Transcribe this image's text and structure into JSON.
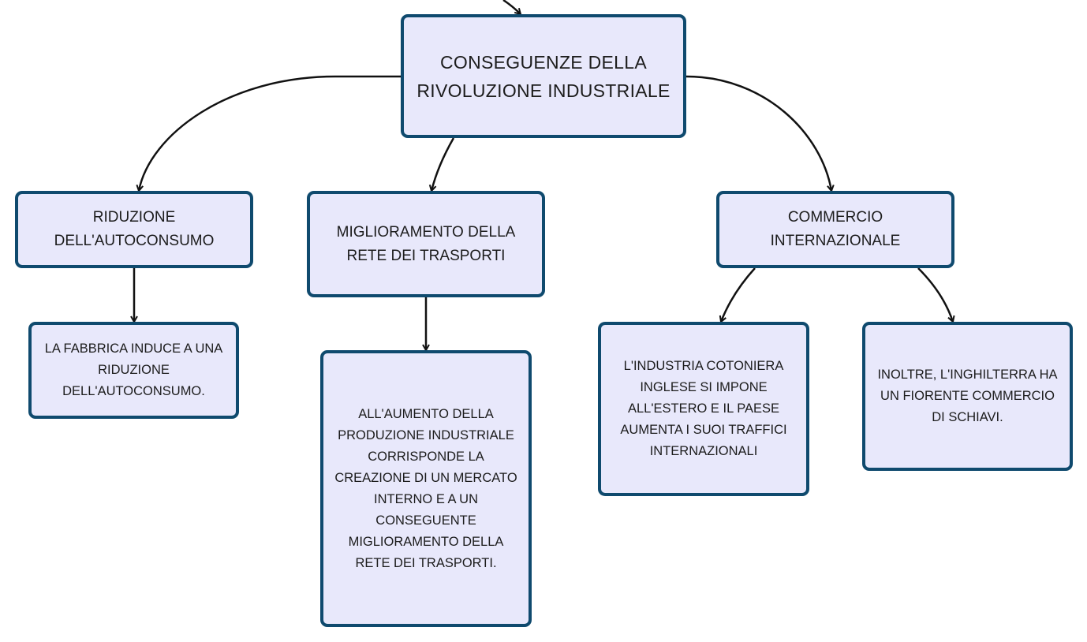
{
  "diagram": {
    "root": {
      "text": "CONSEGUENZE DELLA RIVOLUZIONE INDUSTRIALE"
    },
    "branches": [
      {
        "text": "RIDUZIONE DELL'AUTOCONSUMO",
        "children": [
          {
            "text": "LA FABBRICA INDUCE A UNA RIDUZIONE DELL'AUTOCONSUMO."
          }
        ]
      },
      {
        "text": "MIGLIORAMENTO DELLA RETE DEI TRASPORTI",
        "children": [
          {
            "text": "ALL'AUMENTO DELLA PRODUZIONE INDUSTRIALE CORRISPONDE LA CREAZIONE DI UN MERCATO INTERNO E A UN CONSEGUENTE MIGLIORAMENTO DELLA RETE DEI TRASPORTI."
          }
        ]
      },
      {
        "text": "COMMERCIO INTERNAZIONALE",
        "children": [
          {
            "text": "L'INDUSTRIA COTONIERA INGLESE SI IMPONE ALL'ESTERO E IL PAESE AUMENTA I SUOI TRAFFICI INTERNAZIONALI"
          },
          {
            "text": "INOLTRE, L'INGHILTERRA HA UN FIORENTE COMMERCIO DI SCHIAVI."
          }
        ]
      }
    ],
    "colors": {
      "node_fill": "#e8e8fb",
      "node_border": "#0f4a6e",
      "text": "#1c1c1c",
      "connector": "#111111"
    }
  }
}
